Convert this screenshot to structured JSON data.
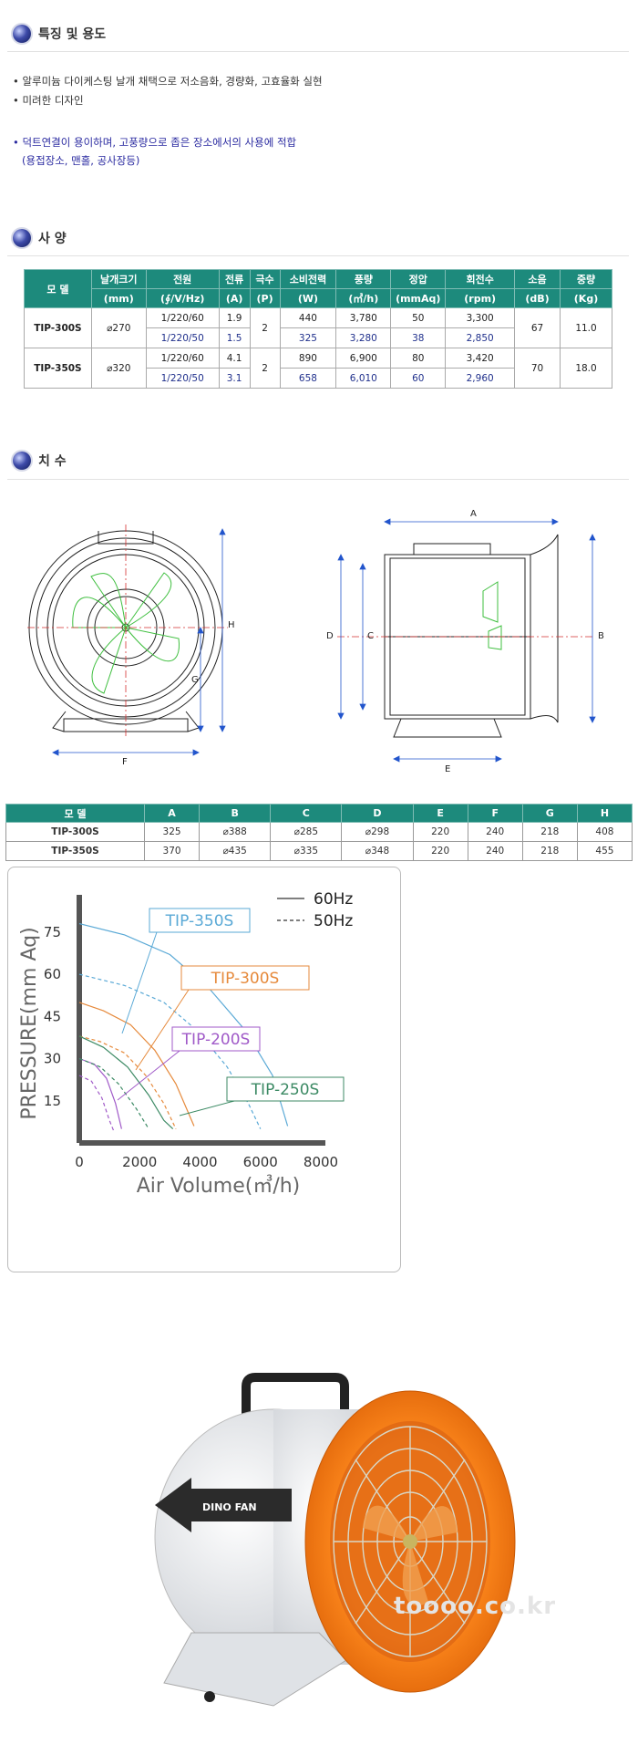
{
  "sections": {
    "features_title": "특징 및 용도",
    "spec_title": "사 양",
    "dim_title": "치 수"
  },
  "features": [
    "• 알루미늄 다이케스팅 날개 채택으로 저소음화, 경량화, 고효율화 실현",
    "• 미려한 디자인",
    "• 덕트연결이 용이하며, 고풍량으로 좁은 장소에서의 사용에 적합",
    "(용접장소, 맨홀, 공사장등)"
  ],
  "spec_table": {
    "headers": [
      [
        "모 델",
        ""
      ],
      [
        "날개크기",
        "(mm)"
      ],
      [
        "전원",
        "(∮/V/Hz)"
      ],
      [
        "전류",
        "(A)"
      ],
      [
        "극수",
        "(P)"
      ],
      [
        "소비전력",
        "(W)"
      ],
      [
        "풍량",
        "(㎥/h)"
      ],
      [
        "정압",
        "(mmAq)"
      ],
      [
        "회전수",
        "(rpm)"
      ],
      [
        "소음",
        "(dB)"
      ],
      [
        "중량",
        "(Kg)"
      ]
    ],
    "rows": [
      {
        "model": "TIP-300S",
        "blade": "⌀270",
        "poles": "2",
        "noise": "67",
        "weight": "11.0",
        "hz60": {
          "power": "1/220/60",
          "current": "1.9",
          "watt": "440",
          "flow": "3,780",
          "pressure": "50",
          "rpm": "3,300"
        },
        "hz50": {
          "power": "1/220/50",
          "current": "1.5",
          "watt": "325",
          "flow": "3,280",
          "pressure": "38",
          "rpm": "2,850"
        }
      },
      {
        "model": "TIP-350S",
        "blade": "⌀320",
        "poles": "2",
        "noise": "70",
        "weight": "18.0",
        "hz60": {
          "power": "1/220/60",
          "current": "4.1",
          "watt": "890",
          "flow": "6,900",
          "pressure": "80",
          "rpm": "3,420"
        },
        "hz50": {
          "power": "1/220/50",
          "current": "3.1",
          "watt": "658",
          "flow": "6,010",
          "pressure": "60",
          "rpm": "2,960"
        }
      }
    ]
  },
  "drawing_labels": {
    "A": "A",
    "B": "B",
    "C": "C",
    "D": "D",
    "E": "E",
    "F": "F",
    "G": "G",
    "H": "H"
  },
  "dim_table": {
    "headers": [
      "모 델",
      "A",
      "B",
      "C",
      "D",
      "E",
      "F",
      "G",
      "H"
    ],
    "rows": [
      [
        "TIP-300S",
        "325",
        "⌀388",
        "⌀285",
        "⌀298",
        "220",
        "240",
        "218",
        "408"
      ],
      [
        "TIP-350S",
        "370",
        "⌀435",
        "⌀335",
        "⌀348",
        "220",
        "240",
        "218",
        "455"
      ]
    ]
  },
  "chart_data": {
    "type": "line",
    "xlabel": "Air Volume(㎥/h)",
    "ylabel": "PRESSURE(mm Aq)",
    "xlim": [
      0,
      8000
    ],
    "ylim": [
      0,
      85
    ],
    "xticks": [
      "0",
      "2000",
      "4000",
      "6000",
      "8000"
    ],
    "yticks": [
      "15",
      "30",
      "45",
      "60",
      "75"
    ],
    "legend": {
      "solid": "60Hz",
      "dashed": "50Hz",
      "position": "top-right"
    },
    "series": [
      {
        "name": "TIP-350S",
        "color": "#5aa9d6",
        "hz60": [
          [
            0,
            78
          ],
          [
            1500,
            74
          ],
          [
            3000,
            67
          ],
          [
            4300,
            55
          ],
          [
            5500,
            40
          ],
          [
            6400,
            24
          ],
          [
            6900,
            6
          ]
        ],
        "hz50": [
          [
            0,
            60
          ],
          [
            1500,
            56
          ],
          [
            2800,
            50
          ],
          [
            3900,
            40
          ],
          [
            4900,
            27
          ],
          [
            5600,
            14
          ],
          [
            6000,
            5
          ]
        ]
      },
      {
        "name": "TIP-300S",
        "color": "#e68a3c",
        "hz60": [
          [
            0,
            50
          ],
          [
            800,
            47
          ],
          [
            1700,
            42
          ],
          [
            2500,
            33
          ],
          [
            3200,
            21
          ],
          [
            3600,
            11
          ],
          [
            3800,
            6
          ]
        ],
        "hz50": [
          [
            0,
            38
          ],
          [
            700,
            36
          ],
          [
            1500,
            32
          ],
          [
            2200,
            24
          ],
          [
            2800,
            14
          ],
          [
            3200,
            5
          ]
        ]
      },
      {
        "name": "TIP-200S",
        "color": "#a05ac8",
        "hz60": [
          [
            0,
            30
          ],
          [
            500,
            28
          ],
          [
            900,
            23
          ],
          [
            1200,
            14
          ],
          [
            1400,
            5
          ]
        ],
        "hz50": [
          [
            0,
            24
          ],
          [
            400,
            22
          ],
          [
            750,
            16
          ],
          [
            1000,
            8
          ],
          [
            1150,
            4
          ]
        ]
      },
      {
        "name": "TIP-250S",
        "color": "#3c8a64",
        "hz60": [
          [
            0,
            38
          ],
          [
            800,
            34
          ],
          [
            1600,
            27
          ],
          [
            2300,
            17
          ],
          [
            2800,
            8
          ],
          [
            3100,
            5
          ]
        ],
        "hz50": [
          [
            0,
            30
          ],
          [
            700,
            27
          ],
          [
            1300,
            21
          ],
          [
            1900,
            12
          ],
          [
            2300,
            5
          ]
        ]
      }
    ]
  },
  "product_photo": {
    "brand": "DINO FAN",
    "watermark": "toooo.co.kr"
  }
}
